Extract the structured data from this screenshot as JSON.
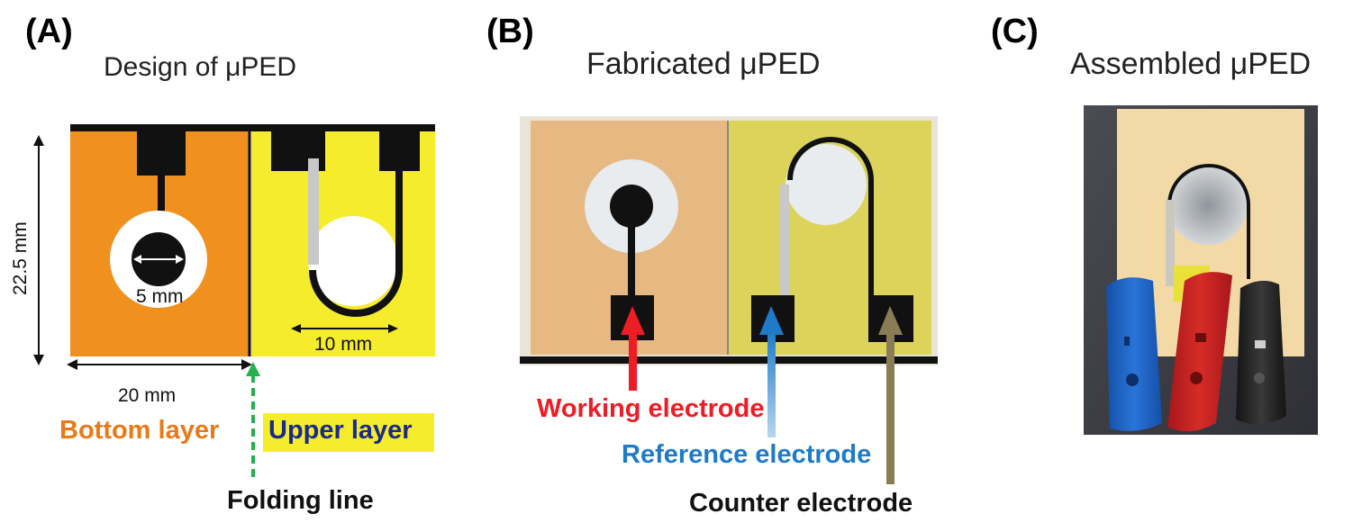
{
  "panels": {
    "a": {
      "label": "(A)",
      "title": "Design of μPED",
      "dim_height": "22.5 mm",
      "dim_width": "20 mm",
      "dim_circle": "5 mm",
      "dim_loop": "10 mm",
      "bottom_layer": "Bottom layer",
      "upper_layer": "Upper layer",
      "folding_line": "Folding line"
    },
    "b": {
      "label": "(B)",
      "title": "Fabricated μPED",
      "working_electrode": "Working electrode",
      "reference_electrode": "Reference electrode",
      "counter_electrode": "Counter electrode"
    },
    "c": {
      "label": "(C)",
      "title": "Assembled μPED"
    }
  },
  "colors": {
    "bottom_layer": "#f0901e",
    "upper_layer": "#f5ec2c",
    "fab_bottom": "#e6b882",
    "fab_upper": "#dcd35a",
    "working": "#ee1c24",
    "reference": "#1f7ac8",
    "counter": "#8a7d55",
    "folding": "#22b14c",
    "clip_blue": "#1a5fc0",
    "clip_red": "#c8201c",
    "clip_black": "#1e1e1e"
  }
}
